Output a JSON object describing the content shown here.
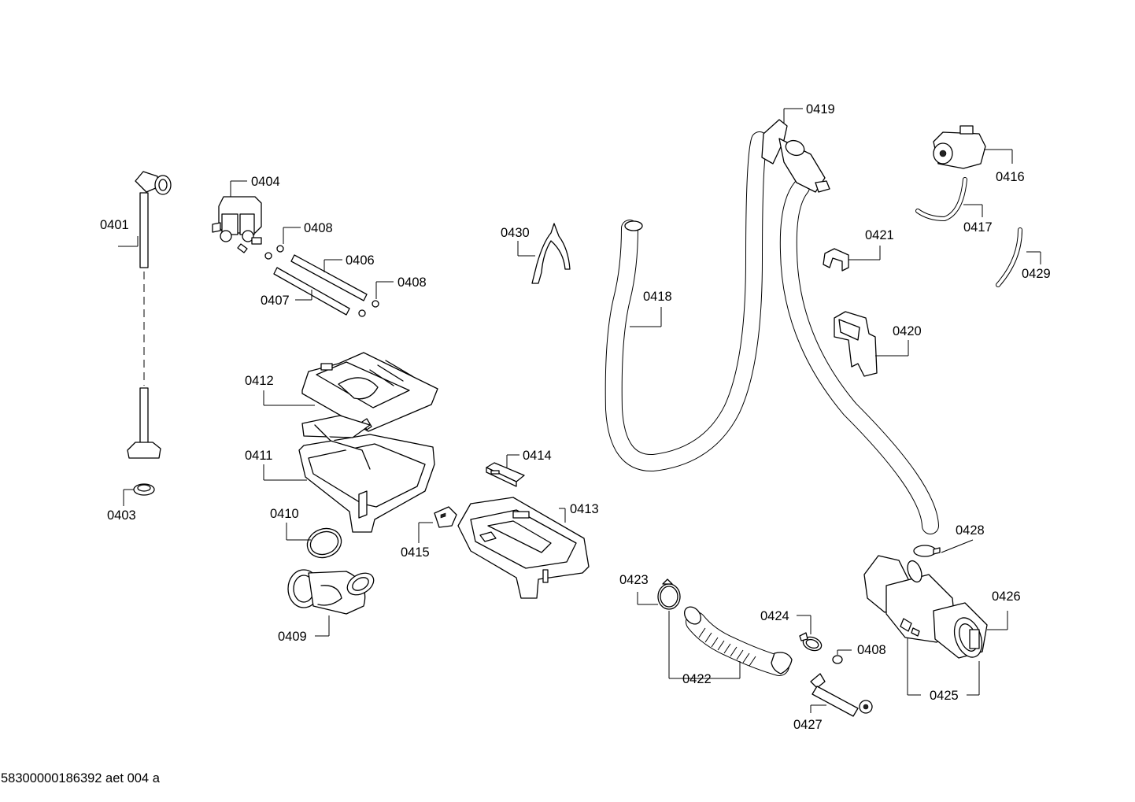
{
  "labels": {
    "p0401": "0401",
    "p0403": "0403",
    "p0404": "0404",
    "p0406": "0406",
    "p0407": "0407",
    "p0408": "0408",
    "p0409": "0409",
    "p0410": "0410",
    "p0411": "0411",
    "p0412": "0412",
    "p0413": "0413",
    "p0414": "0414",
    "p0415": "0415",
    "p0416": "0416",
    "p0417": "0417",
    "p0418": "0418",
    "p0419": "0419",
    "p0420": "0420",
    "p0421": "0421",
    "p0422": "0422",
    "p0423": "0423",
    "p0424": "0424",
    "p0425": "0425",
    "p0426": "0426",
    "p0427": "0427",
    "p0428": "0428",
    "p0429": "0429",
    "p0430": "0430"
  },
  "footer": {
    "document_id": "58300000186392 aet 004 a"
  }
}
